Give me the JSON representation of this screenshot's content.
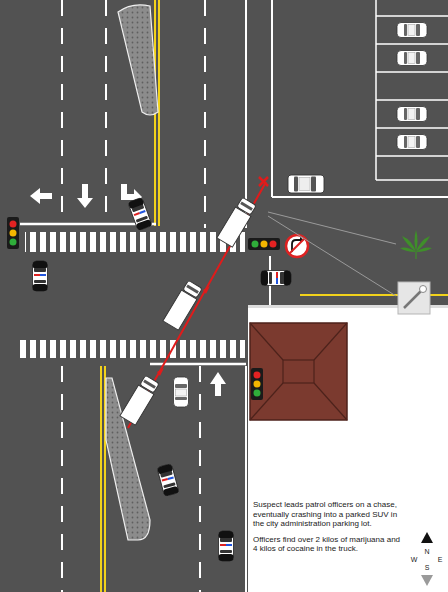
{
  "diagram": {
    "labels": [
      "Suspect leads patrol officers on a chase, eventually crashing into a parked SUV in the city administration parking lot.",
      "Officers find over 2 kilos of marijuana and 4 kilos of cocaine in the truck.",
      "N",
      "W",
      "E",
      "S"
    ]
  }
}
